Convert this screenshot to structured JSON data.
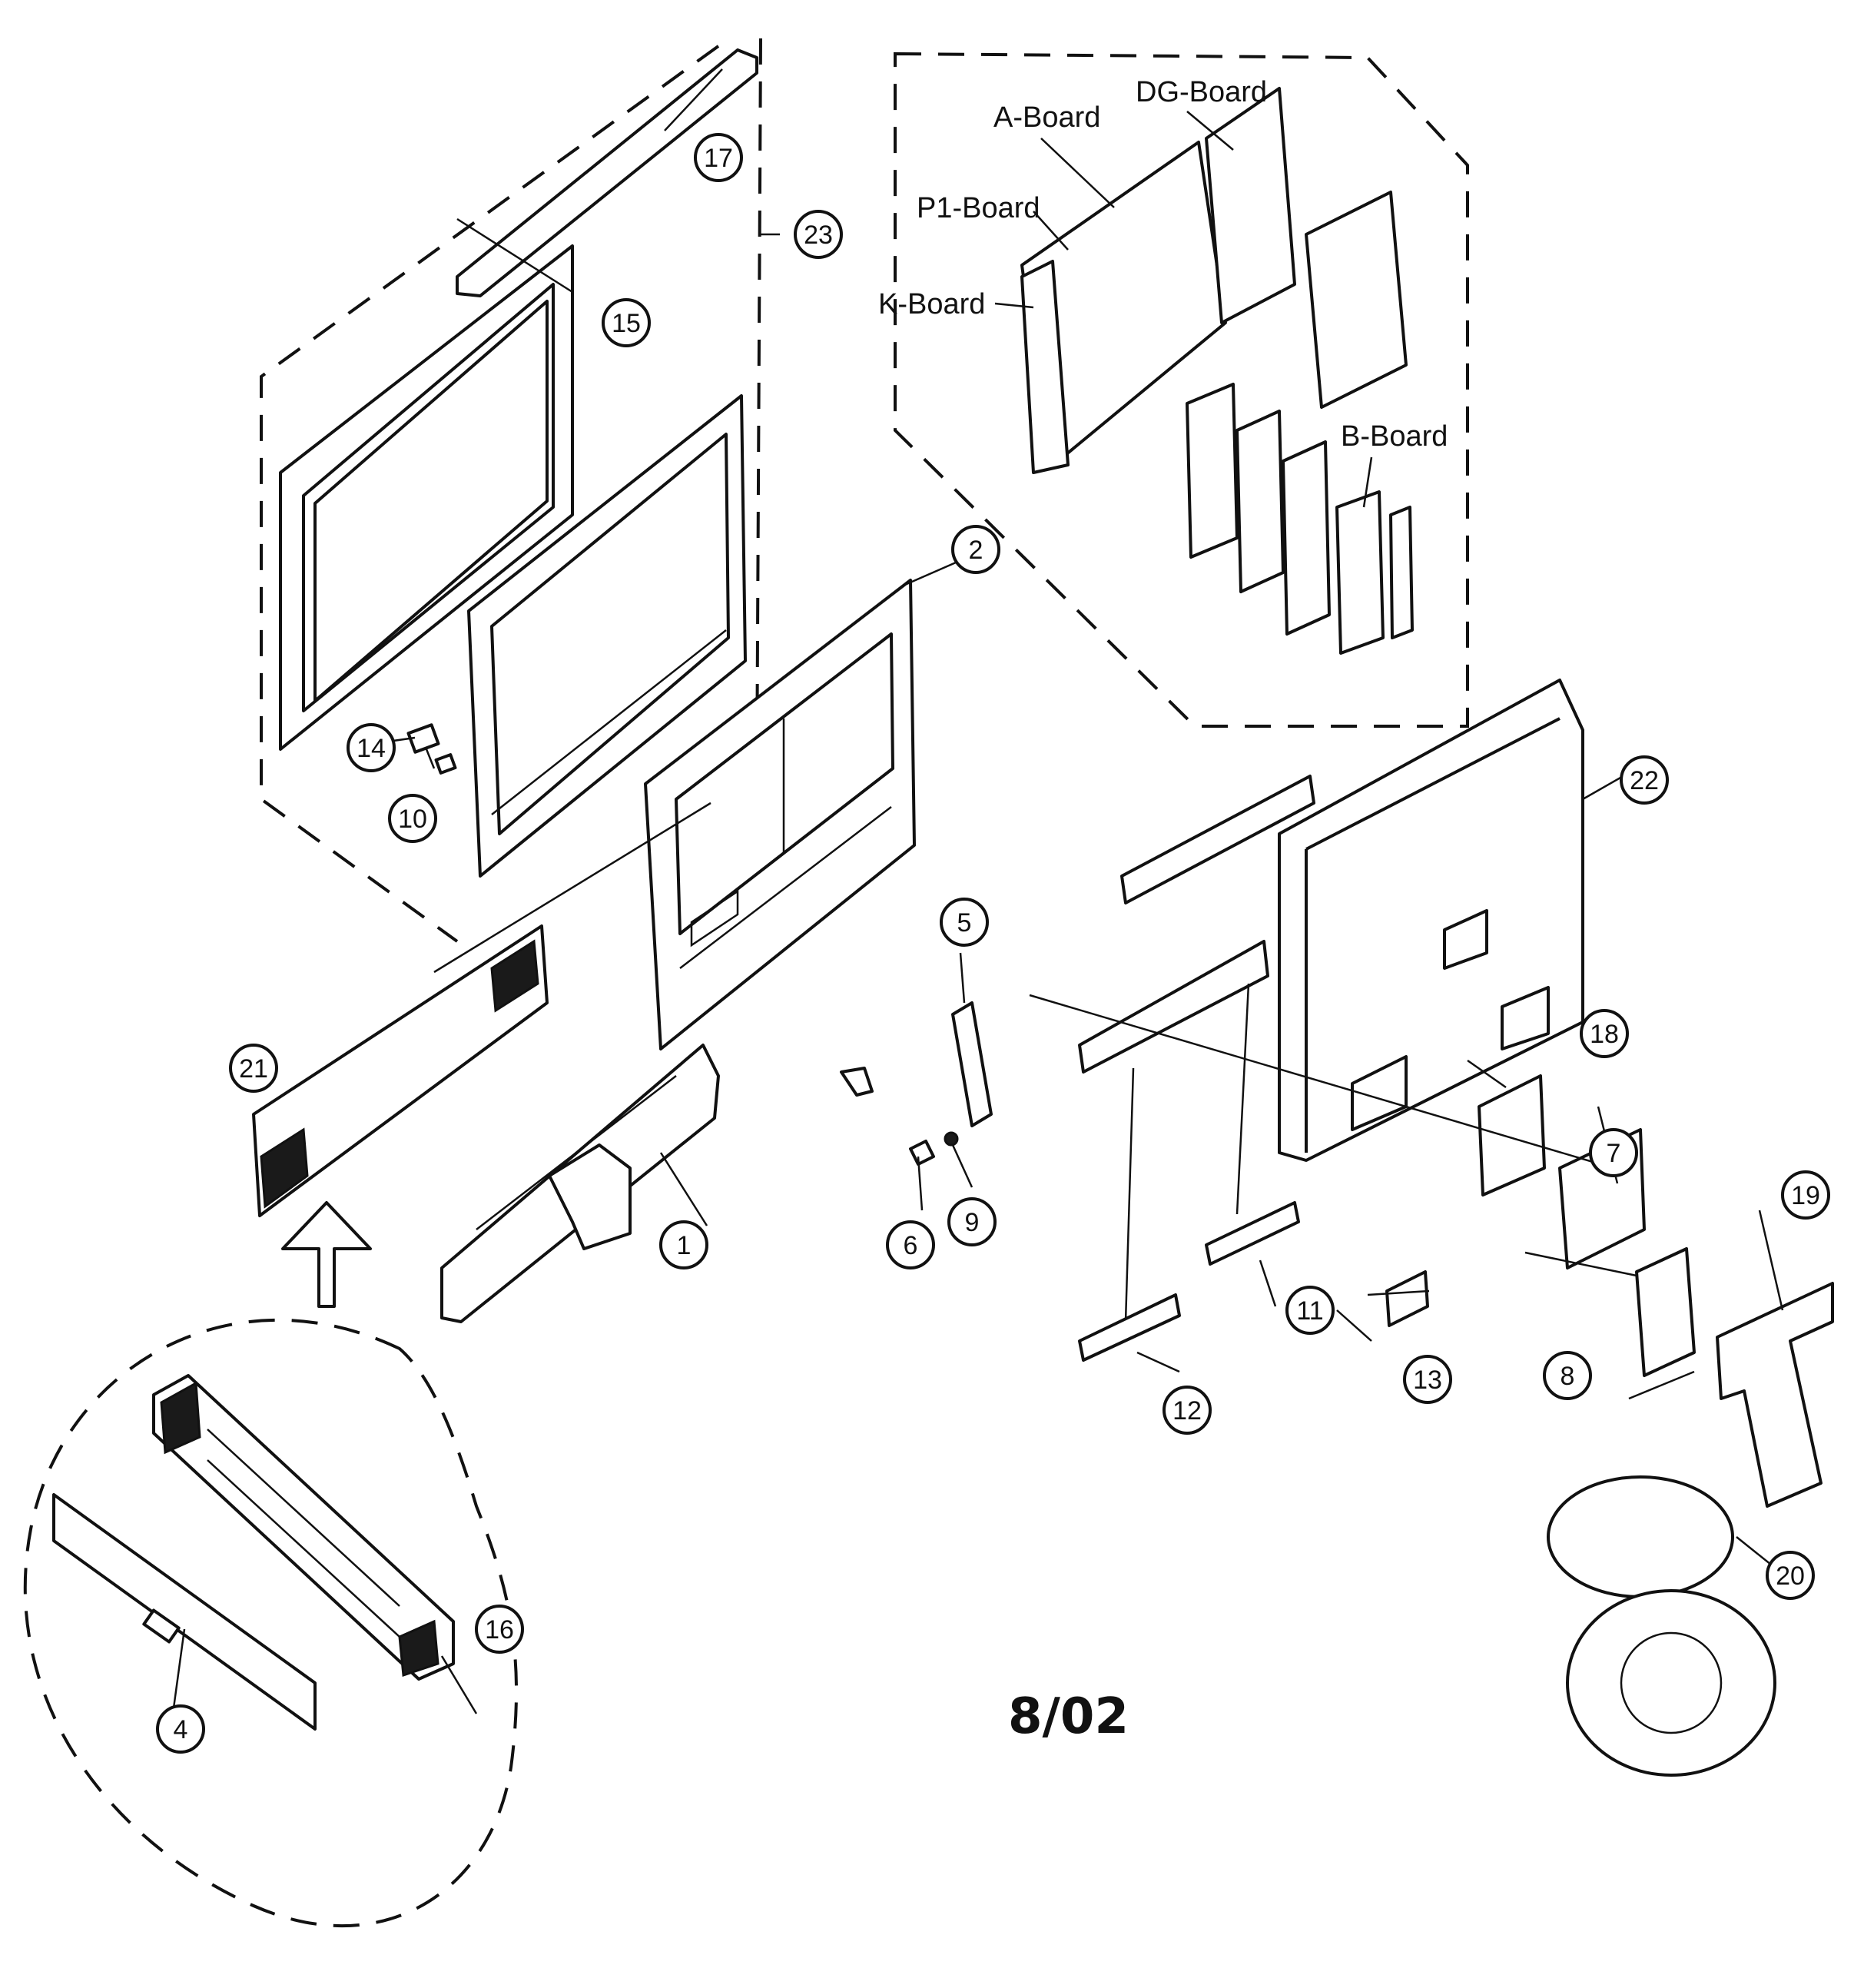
{
  "diagram": {
    "date_mark": "8/02",
    "boards": [
      {
        "id": "dg",
        "label": "DG-Board"
      },
      {
        "id": "a",
        "label": "A-Board"
      },
      {
        "id": "p1",
        "label": "P1-Board"
      },
      {
        "id": "k",
        "label": "K-Board"
      },
      {
        "id": "b",
        "label": "B-Board"
      }
    ],
    "callouts": [
      "1",
      "2",
      "4",
      "5",
      "6",
      "7",
      "8",
      "9",
      "10",
      "11",
      "12",
      "13",
      "14",
      "15",
      "16",
      "17",
      "18",
      "19",
      "20",
      "21",
      "22",
      "23"
    ]
  }
}
